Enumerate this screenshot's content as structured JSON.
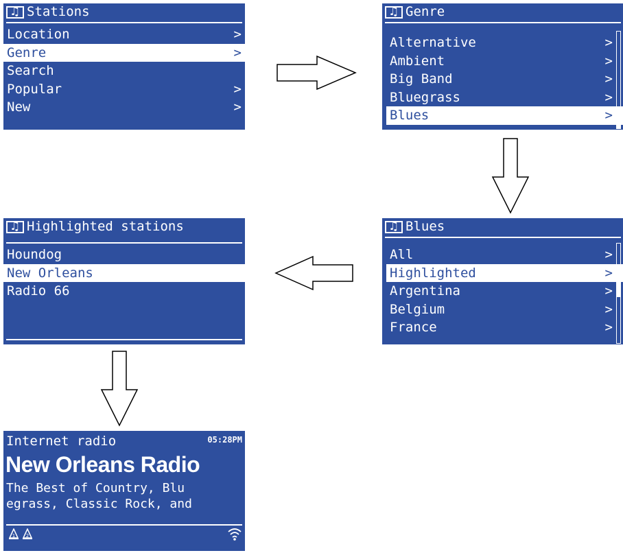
{
  "screens": {
    "stations": {
      "title": "Stations",
      "items": [
        {
          "label": "Location",
          "chevron": ">"
        },
        {
          "label": "Genre",
          "chevron": ">"
        },
        {
          "label": "Search",
          "chevron": ""
        },
        {
          "label": "Popular",
          "chevron": ">"
        },
        {
          "label": "New",
          "chevron": ">"
        }
      ],
      "selected_index": 1
    },
    "genre": {
      "title": "Genre",
      "items": [
        {
          "label": "Alternative",
          "chevron": ">"
        },
        {
          "label": "Ambient",
          "chevron": ">"
        },
        {
          "label": "Big Band",
          "chevron": ">"
        },
        {
          "label": "Bluegrass",
          "chevron": ">"
        },
        {
          "label": "Blues",
          "chevron": ">"
        }
      ],
      "selected_index": 4
    },
    "blues": {
      "title": "Blues",
      "items": [
        {
          "label": "All",
          "chevron": ">"
        },
        {
          "label": "Highlighted",
          "chevron": ">"
        },
        {
          "label": "Argentina",
          "chevron": ">"
        },
        {
          "label": "Belgium",
          "chevron": ">"
        },
        {
          "label": "France",
          "chevron": ">"
        }
      ],
      "selected_index": 1
    },
    "highlighted": {
      "title": "Highlighted stations",
      "items": [
        {
          "label": "Houndog",
          "chevron": ""
        },
        {
          "label": "New Orleans",
          "chevron": ""
        },
        {
          "label": "Radio 66",
          "chevron": ""
        }
      ],
      "selected_index": 1
    },
    "now_playing": {
      "source": "Internet radio",
      "time": "05:28PM",
      "station": "New Orleans Radio",
      "description_line1": "The Best of Country, Blu",
      "description_line2": "egrass, Classic Rock, and",
      "alarm_1": "1",
      "alarm_2": "2"
    }
  },
  "icons": {
    "header": "music-note-icon",
    "alarms": "alarm-bell-icon",
    "signal": "wifi-icon"
  },
  "colors": {
    "screen_bg": "#2e4f9e",
    "text": "#ffffff",
    "arrow": "#000000"
  }
}
